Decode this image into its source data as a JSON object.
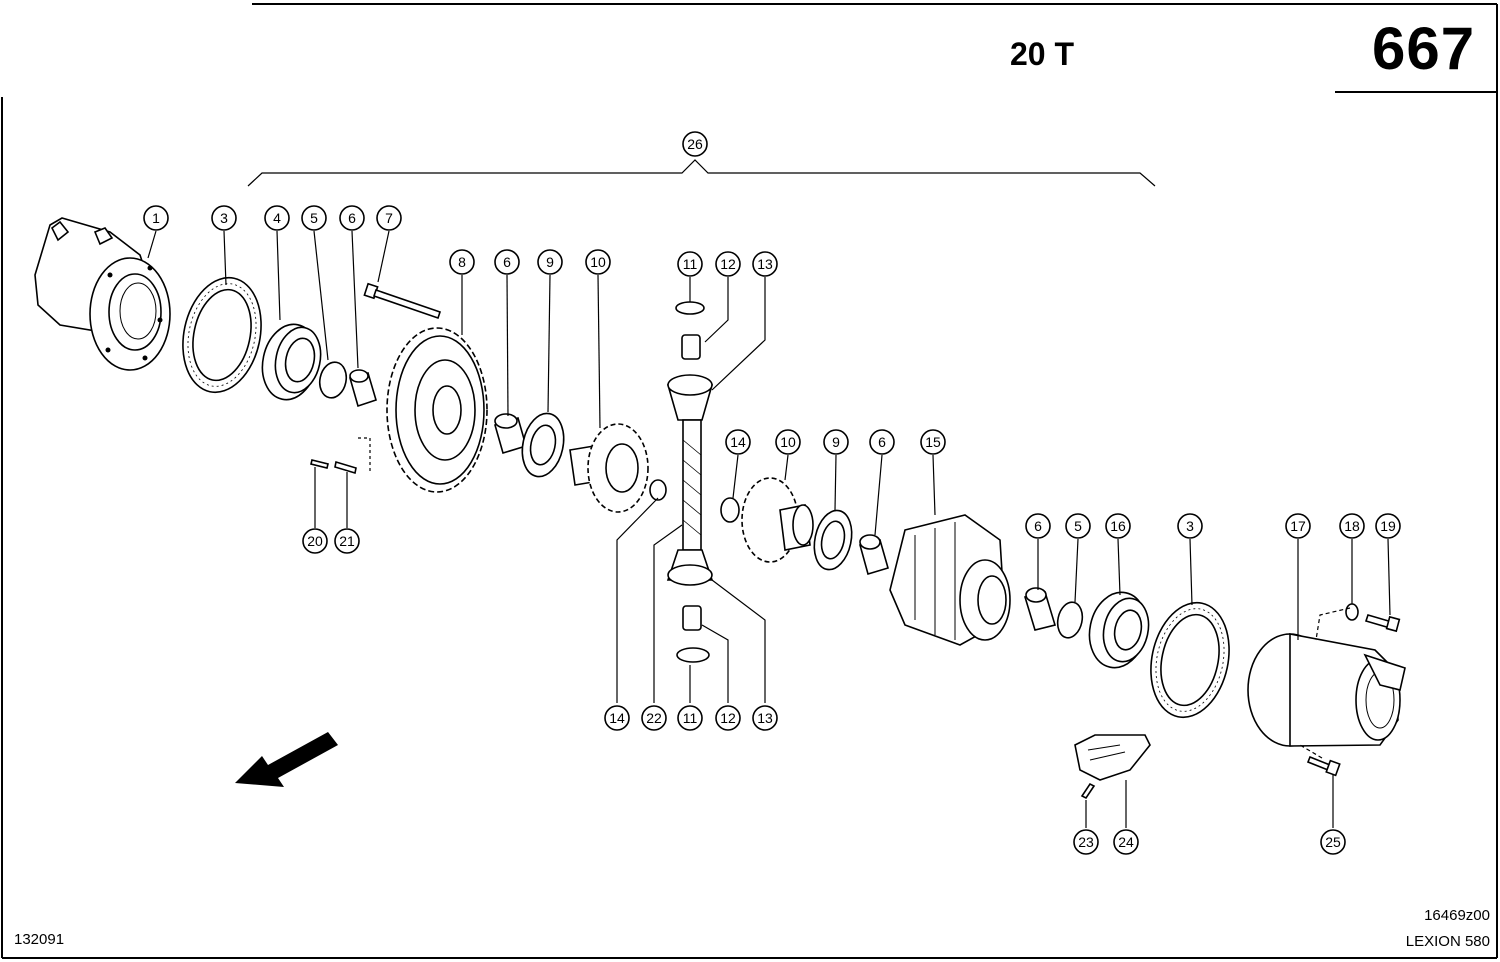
{
  "header": {
    "title": "20 T",
    "page_number": "667"
  },
  "footer": {
    "left_code": "132091",
    "drawing_code": "16469z00",
    "model": "LEXION 580"
  },
  "callouts": [
    {
      "id": "c1",
      "label": "1"
    },
    {
      "id": "c3a",
      "label": "3"
    },
    {
      "id": "c4",
      "label": "4"
    },
    {
      "id": "c5a",
      "label": "5"
    },
    {
      "id": "c6a",
      "label": "6"
    },
    {
      "id": "c7",
      "label": "7"
    },
    {
      "id": "c8",
      "label": "8"
    },
    {
      "id": "c6b",
      "label": "6"
    },
    {
      "id": "c9a",
      "label": "9"
    },
    {
      "id": "c10a",
      "label": "10"
    },
    {
      "id": "c11a",
      "label": "11"
    },
    {
      "id": "c12a",
      "label": "12"
    },
    {
      "id": "c13a",
      "label": "13"
    },
    {
      "id": "c14a",
      "label": "14"
    },
    {
      "id": "c10b",
      "label": "10"
    },
    {
      "id": "c9b",
      "label": "9"
    },
    {
      "id": "c6c",
      "label": "6"
    },
    {
      "id": "c15",
      "label": "15"
    },
    {
      "id": "c6d",
      "label": "6"
    },
    {
      "id": "c5b",
      "label": "5"
    },
    {
      "id": "c16",
      "label": "16"
    },
    {
      "id": "c3b",
      "label": "3"
    },
    {
      "id": "c17",
      "label": "17"
    },
    {
      "id": "c18",
      "label": "18"
    },
    {
      "id": "c19",
      "label": "19"
    },
    {
      "id": "c20",
      "label": "20"
    },
    {
      "id": "c21",
      "label": "21"
    },
    {
      "id": "c14b",
      "label": "14"
    },
    {
      "id": "c22",
      "label": "22"
    },
    {
      "id": "c11b",
      "label": "11"
    },
    {
      "id": "c12b",
      "label": "12"
    },
    {
      "id": "c13b",
      "label": "13"
    },
    {
      "id": "c23",
      "label": "23"
    },
    {
      "id": "c24",
      "label": "24"
    },
    {
      "id": "c25",
      "label": "25"
    },
    {
      "id": "c26",
      "label": "26"
    }
  ]
}
